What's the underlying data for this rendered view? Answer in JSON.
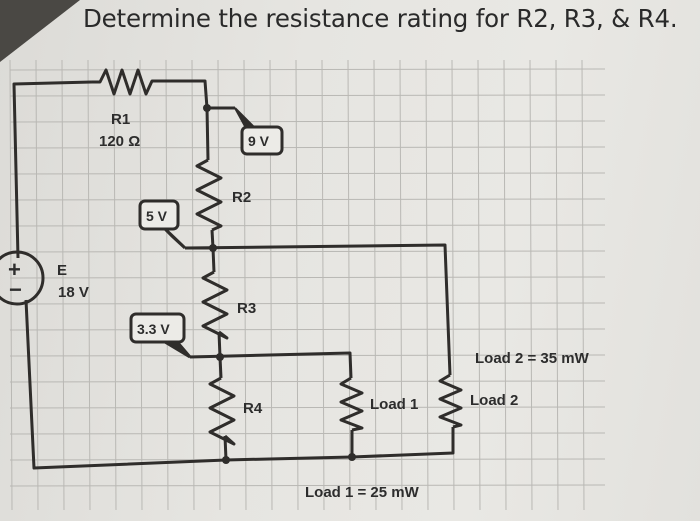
{
  "problem": {
    "title": "Determine the resistance rating for R2, R3, & R4."
  },
  "circuit": {
    "source": {
      "name": "E",
      "voltage": "18 V",
      "plus_symbol": "+",
      "minus_symbol": "−"
    },
    "resistors": [
      {
        "id": "R1",
        "label": "R1",
        "value": "120 Ω"
      },
      {
        "id": "R2",
        "label": "R2"
      },
      {
        "id": "R3",
        "label": "R3"
      },
      {
        "id": "R4",
        "label": "R4"
      }
    ],
    "loads": [
      {
        "id": "load1",
        "label": "Load 1",
        "power_note": "Load 1 = 25 mW"
      },
      {
        "id": "load2",
        "label": "Load 2",
        "power_note": "Load 2 = 35 mW"
      }
    ],
    "voltage_probes": [
      {
        "id": "probe-9v",
        "value": "9 V"
      },
      {
        "id": "probe-5v",
        "value": "5 V"
      },
      {
        "id": "probe-3v3",
        "value": "3.3 V"
      }
    ]
  },
  "colors": {
    "ink": "#2f2d2b",
    "paper": "#e6e5e1",
    "grid": "#b9b8b4",
    "shadow_corner": "#4a4844"
  }
}
